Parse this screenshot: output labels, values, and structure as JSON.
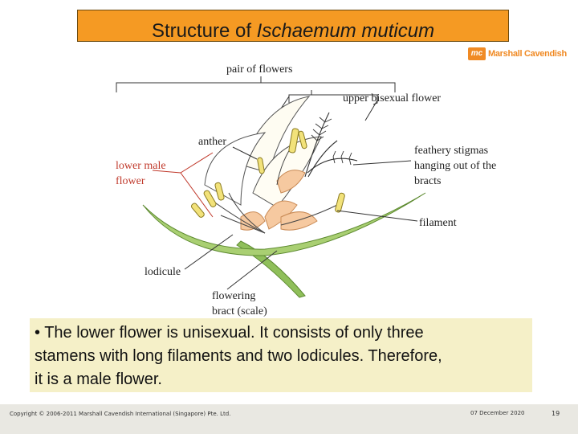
{
  "slide": {
    "title_prefix": "Structure of ",
    "title_italic": "Ischaemum muticum",
    "logo_mark": "mc",
    "logo_text": "Marshall Cavendish"
  },
  "labels": {
    "pair_of_flowers": "pair of flowers",
    "upper_bisexual_flower": "upper bisexual flower",
    "anther": "anther",
    "lower_male_flower_line1": "lower male",
    "lower_male_flower_line2": "flower",
    "feathery_line1": "feathery stigmas",
    "feathery_line2": "hanging out of the",
    "feathery_line3": "bracts",
    "filament": "filament",
    "lodicule": "lodicule",
    "flowering_bract_line1": "flowering",
    "flowering_bract_line2": "bract (scale)"
  },
  "bullet": {
    "line1": "• The lower flower is unisexual. It consists of only three",
    "line2": "stamens with long filaments and two lodicules. Therefore,",
    "line3": "it is a male flower."
  },
  "footer": {
    "copyright": "Copyright © 2006-2011 Marshall Cavendish International (Singapore) Pte. Ltd.",
    "date": "07 December 2020",
    "page": "19"
  },
  "colors": {
    "title_bg": "#f59a23",
    "bullet_bg": "#f5f0c8",
    "stem": "#8fbf5a",
    "anther": "#f2e27a",
    "petal": "#f6c9a0",
    "label_red": "#c0392b"
  }
}
